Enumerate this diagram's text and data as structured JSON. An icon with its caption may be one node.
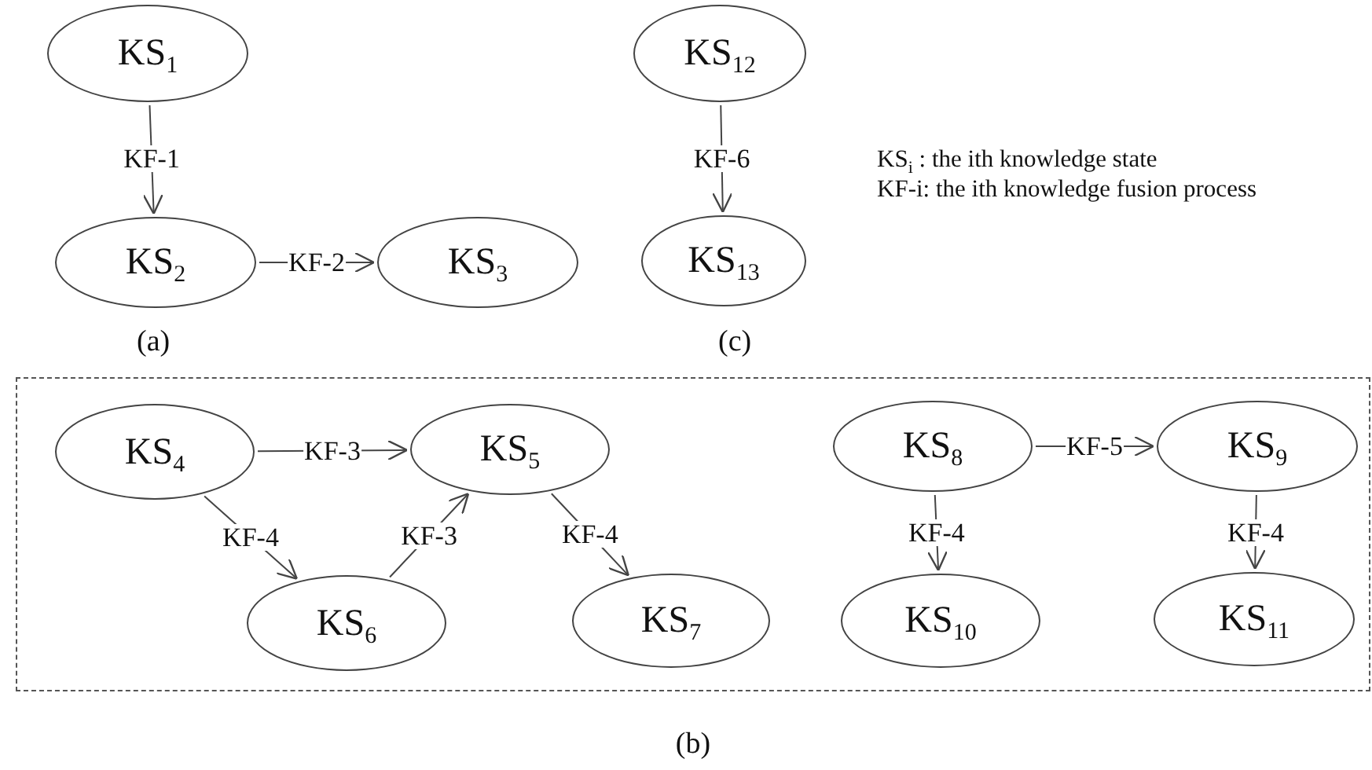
{
  "diagram": {
    "nodes": [
      {
        "text": [
          "KS$_{1}$"
        ]
      },
      {
        "text": [
          "KS$_{2}$"
        ]
      },
      {
        "text": [
          "KS$_{3}$"
        ]
      },
      {
        "text": [
          "KS$_{12}$"
        ]
      },
      {
        "text": [
          "KS$_{13}$"
        ]
      },
      {
        "text": [
          "(b)"
        ]
      },
      {
        "text": [
          "KS$_{4}$"
        ],
        "in": 5
      },
      {
        "text": [
          "KS$_{5}$"
        ],
        "in": 5
      },
      {
        "text": [
          "KS$_{6}$"
        ],
        "in": 5
      },
      {
        "text": [
          "KS$_{7}$"
        ],
        "in": 5
      },
      {
        "text": [
          "KS$_{8}$"
        ],
        "in": 5
      },
      {
        "text": [
          "KS$_{9}$"
        ],
        "in": 5
      },
      {
        "text": [
          "KS$_{10}$"
        ],
        "in": 5
      },
      {
        "text": [
          "KS$_{11}$"
        ],
        "in": 5
      }
    ],
    "edges": [
      {
        "from": 0,
        "to": 1,
        "arrow": "to",
        "label": "KF-1"
      },
      {
        "from": 1,
        "to": 2,
        "arrow": "to",
        "label": "KF-2"
      },
      {
        "from": 3,
        "to": 4,
        "arrow": "to",
        "label": "KF-6"
      },
      {
        "from": 6,
        "to": 7,
        "arrow": "to",
        "label": "KF-3"
      },
      {
        "from": 6,
        "to": 8,
        "arrow": "to",
        "label": "KF-4"
      },
      {
        "from": 8,
        "to": 7,
        "arrow": "to",
        "label": "KF-3"
      },
      {
        "from": 7,
        "to": 9,
        "arrow": "to",
        "label": "KF-4"
      },
      {
        "from": 10,
        "to": 11,
        "arrow": "to",
        "label": "KF-5"
      },
      {
        "from": 10,
        "to": 12,
        "arrow": "to",
        "label": "KF-4"
      },
      {
        "from": 11,
        "to": 13,
        "arrow": "to",
        "label": "KF-4"
      }
    ],
    "labels": [
      "(a)",
      "(c)",
      "KS$_{i}$ : the ith knowledge state",
      "KF-i: the ith knowledge fusion process"
    ]
  }
}
